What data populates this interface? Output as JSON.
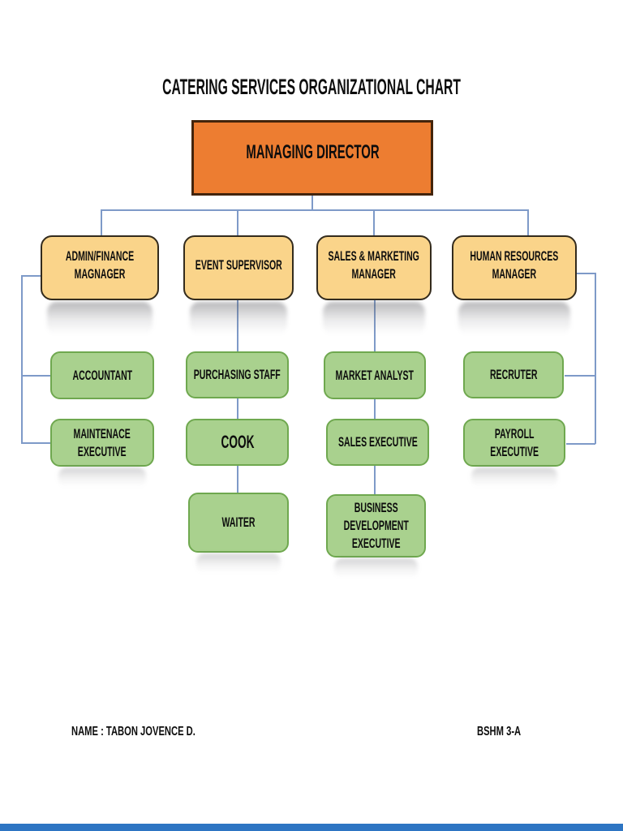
{
  "document": {
    "title": "CATERING SERVICES ORGANIZATIONAL CHART",
    "footer": {
      "name": "NAME : TABON JOVENCE D.",
      "section": "BSHM 3-A"
    }
  },
  "org_chart": {
    "type": "org-tree",
    "root": {
      "id": "managing-director",
      "label": "MANAGING DIRECTOR"
    },
    "branches": [
      {
        "id": "admin-finance-manager",
        "label": "ADMIN/FINANCE\nMAGNAGER",
        "children": [
          {
            "id": "accountant",
            "label": "ACCOUNTANT"
          },
          {
            "id": "maintenance-executive",
            "label": "MAINTENACE\nEXECUTIVE"
          }
        ]
      },
      {
        "id": "event-supervisor",
        "label": "EVENT SUPERVISOR",
        "children": [
          {
            "id": "purchasing-staff",
            "label": "PURCHASING STAFF"
          },
          {
            "id": "cook",
            "label": "COOK"
          },
          {
            "id": "waiter",
            "label": "WAITER"
          }
        ]
      },
      {
        "id": "sales-marketing-manager",
        "label": "SALES & MARKETING\nMANAGER",
        "children": [
          {
            "id": "market-analyst",
            "label": "MARKET ANALYST"
          },
          {
            "id": "sales-executive",
            "label": "SALES EXECUTIVE"
          },
          {
            "id": "business-development-executive",
            "label": "BUSINESS\nDEVELOPMENT\nEXECUTIVE"
          }
        ]
      },
      {
        "id": "human-resources-manager",
        "label": "HUMAN RESOURCES\nMANAGER",
        "children": [
          {
            "id": "recruter",
            "label": "RECRUTER"
          },
          {
            "id": "payroll-executive",
            "label": "PAYROLL\nEXECUTIVE"
          }
        ]
      }
    ]
  },
  "colors": {
    "root_fill": "#ED7D31",
    "root_border": "#43240B",
    "manager_fill": "#FAD48A",
    "manager_border": "#332B1D",
    "staff_fill": "#A9D18E",
    "staff_border": "#6FA84F",
    "connector": "#7E9AC8",
    "bottom_bar": "#2E75C3",
    "text": "#0D0D0D"
  }
}
